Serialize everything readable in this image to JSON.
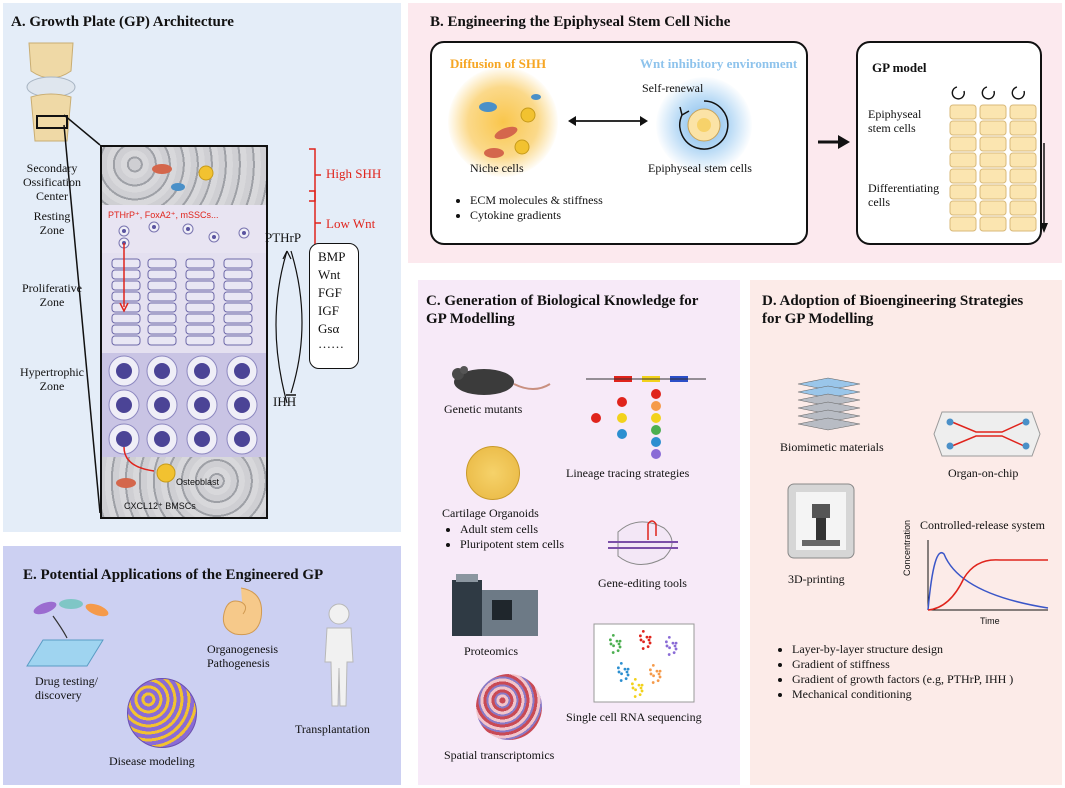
{
  "panelA": {
    "title": "A. Growth Plate (GP) Architecture",
    "labels": {
      "soc": "Secondary\nOssification\nCenter",
      "resting": "Resting\nZone",
      "proliferative": "Proliferative\nZone",
      "hypertrophic": "Hypertrophic\nZone"
    },
    "markers": "PTHrP⁺, FoxA2⁺, mSSCs...",
    "osteoblast": "Osteoblast",
    "bmsc": "CXCL12⁺ BMSCs",
    "high_shh": "High SHH",
    "low_wnt": "Low Wnt",
    "pthrp": "PTHrP",
    "ihh": "IHH",
    "factors": [
      "BMP",
      "Wnt",
      "FGF",
      "IGF",
      "Gsα",
      "……"
    ]
  },
  "panelB": {
    "title": "B. Engineering the Epiphyseal Stem Cell Niche",
    "diffusion": "Diffusion of SHH",
    "wnt_env": "Wnt inhibitory environment",
    "self_renewal": "Self-renewal",
    "niche_cells": "Niche cells",
    "epi_stem": "Epiphyseal stem cells",
    "bullets": [
      "ECM molecules & stiffness",
      "Cytokine gradients"
    ],
    "gp_model": "GP model",
    "gp_epi": "Epiphyseal\nstem cells",
    "gp_diff": "Differentiating\ncells"
  },
  "panelC": {
    "title": "C. Generation of Biological Knowledge for\nGP Modelling",
    "genetic": "Genetic mutants",
    "lineage": "Lineage tracing strategies",
    "organoids": "Cartilage Organoids",
    "organoid_bullets": [
      "Adult stem cells",
      "Pluripotent stem cells"
    ],
    "gene_editing": "Gene-editing tools",
    "proteomics": "Proteomics",
    "scrna": "Single cell RNA sequencing",
    "spatial": "Spatial transcriptomics"
  },
  "panelD": {
    "title": "D. Adoption of Bioengineering Strategies\nfor GP Modelling",
    "biomimetic": "Biomimetic materials",
    "organ_chip": "Organ-on-chip",
    "printing": "3D-printing",
    "controlled": "Controlled-release system",
    "y_axis": "Concentration",
    "x_axis": "Time",
    "bullets": [
      "Layer-by-layer structure design",
      "Gradient of stiffness",
      "Gradient of growth factors (e.g, PTHrP, IHH )",
      "Mechanical conditioning"
    ]
  },
  "panelE": {
    "title": "E. Potential Applications of the Engineered GP",
    "drug": "Drug testing/\ndiscovery",
    "organogenesis": "Organogenesis\nPathogenesis",
    "disease": "Disease modeling",
    "transplant": "Transplantation"
  },
  "colors": {
    "panelA_bg": "#e4edf8",
    "panelB_bg": "#fce9ee",
    "panelC_bg": "#f7eaf8",
    "panelD_bg": "#fcebe8",
    "panelE_bg": "#ccd0f2",
    "red": "#e0241c",
    "shh_orange": "#f6a623",
    "wnt_blue": "#8ec3ec"
  }
}
